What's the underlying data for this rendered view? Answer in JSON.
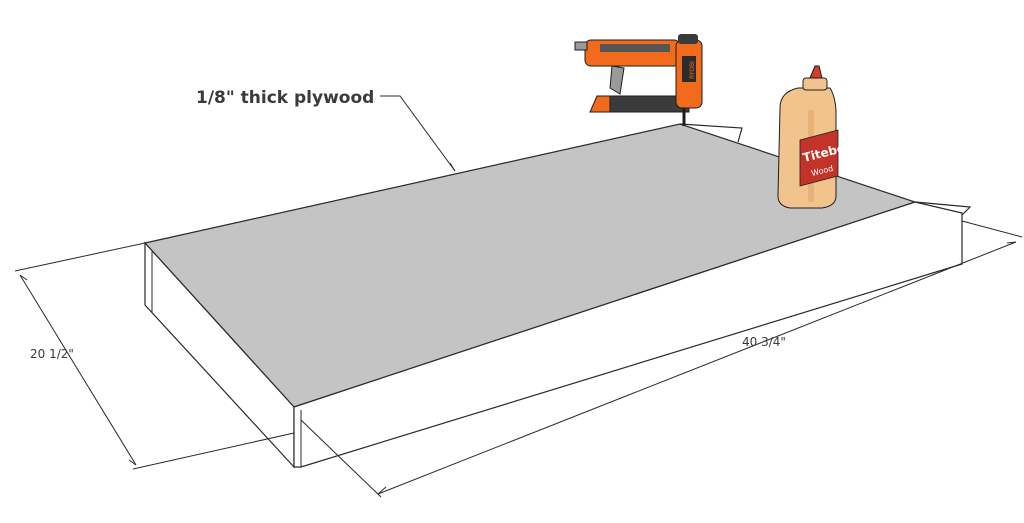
{
  "callout": {
    "text": "1/8\" thick plywood"
  },
  "dimensions": {
    "width": "20 1/2\"",
    "length": "40 3/4\""
  },
  "props": {
    "glue_bottle_label": "Titebond",
    "glue_bottle_sublabel": "Wood",
    "nailer_brand": "RYOBI"
  },
  "colors": {
    "panel_top": "#c4c4c4",
    "panel_side": "#ffffff",
    "outline": "#2a2a2a",
    "nailer_orange": "#f26a1b",
    "bottle_body": "#f1c48e",
    "bottle_label": "#c2342a",
    "bottle_cap": "#d73b2b"
  }
}
